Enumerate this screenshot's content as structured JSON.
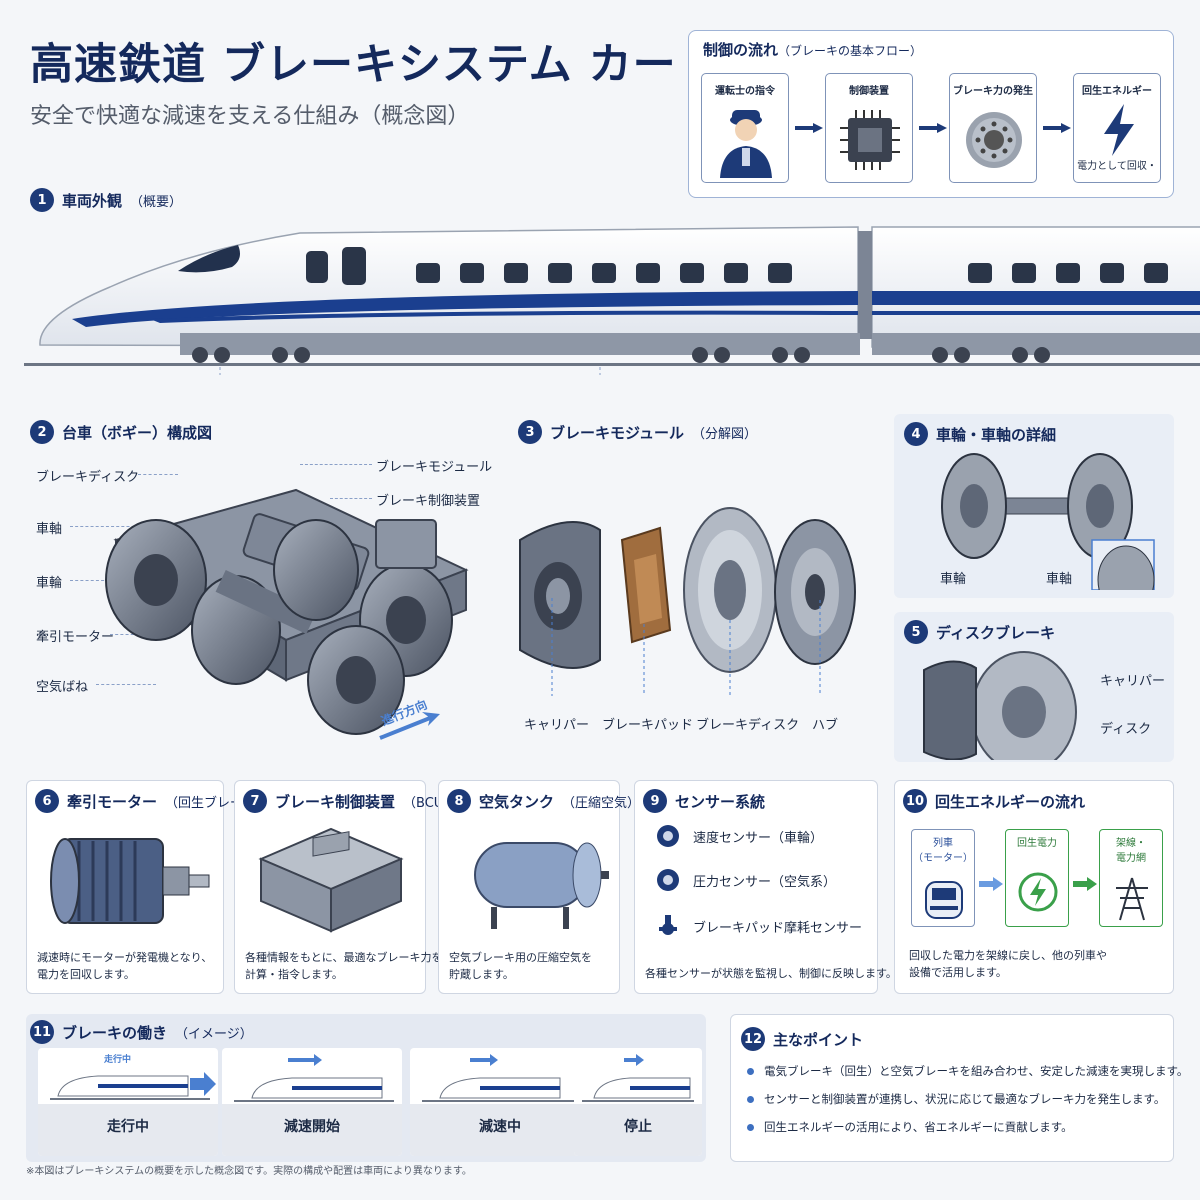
{
  "header": {
    "title": "高速鉄道 ブレーキシステム カード",
    "subtitle": "安全で快適な減速を支える仕組み（概念図）"
  },
  "flow": {
    "title": "制御の流れ",
    "title_paren": "（ブレーキの基本フロー）",
    "steps": [
      {
        "label": "運転士の指令",
        "icon": "driver-icon"
      },
      {
        "label": "制御装置",
        "icon": "chip-icon"
      },
      {
        "label": "ブレーキ力の発生",
        "icon": "disc-icon"
      },
      {
        "label": "回生エネルギー",
        "icon": "lightning-icon",
        "foot": "電力として回収・"
      }
    ]
  },
  "sections": {
    "s1": {
      "num": "1",
      "title": "車両外観",
      "paren": "（概要）"
    },
    "s2": {
      "num": "2",
      "title": "台車（ボギー）構成図",
      "labels_left": [
        "ブレーキディスク",
        "車軸",
        "車輪",
        "牽引モーター",
        "空気ばね"
      ],
      "labels_right": [
        "ブレーキモジュール",
        "ブレーキ制御装置"
      ],
      "direction": "進行方向"
    },
    "s3": {
      "num": "3",
      "title": "ブレーキモジュール",
      "paren": "（分解図）",
      "labels": [
        "キャリパー",
        "ブレーキパッド",
        "ブレーキディスク",
        "ハブ"
      ]
    },
    "s4": {
      "num": "4",
      "title": "車輪・車軸の詳細",
      "labels": [
        "車輪",
        "車軸"
      ]
    },
    "s5": {
      "num": "5",
      "title": "ディスクブレーキ",
      "labels": [
        "キャリパー",
        "ディスク"
      ]
    },
    "s6": {
      "num": "6",
      "title": "牽引モーター",
      "paren": "（回生ブレーキ）",
      "desc1": "減速時にモーターが発電機となり、",
      "desc2": "電力を回収します。"
    },
    "s7": {
      "num": "7",
      "title": "ブレーキ制御装置",
      "paren": "（BCU）",
      "desc1": "各種情報をもとに、最適なブレーキ力を",
      "desc2": "計算・指令します。"
    },
    "s8": {
      "num": "8",
      "title": "空気タンク",
      "paren": "（圧縮空気）",
      "desc1": "空気ブレーキ用の圧縮空気を",
      "desc2": "貯蔵します。"
    },
    "s9": {
      "num": "9",
      "title": "センサー系統",
      "items": [
        "速度センサー（車輪）",
        "圧力センサー（空気系）",
        "ブレーキパッド摩耗センサー"
      ],
      "desc": "各種センサーが状態を監視し、制御に反映します。"
    },
    "s10": {
      "num": "10",
      "title": "回生エネルギーの流れ",
      "boxes": [
        "列車\n（モーター）",
        "回生電力",
        "架線・\n電力網"
      ],
      "desc1": "回収した電力を架線に戻し、他の列車や",
      "desc2": "設備で活用します。"
    },
    "s11": {
      "num": "11",
      "title": "ブレーキの働き",
      "paren": "（イメージ）",
      "stages": [
        "走行中",
        "減速開始",
        "減速中",
        "停止"
      ],
      "tag": "走行中"
    },
    "s12": {
      "num": "12",
      "title": "主なポイント",
      "points": [
        "電気ブレーキ（回生）と空気ブレーキを組み合わせ、安定した減速を実現します。",
        "センサーと制御装置が連携し、状況に応じて最適なブレーキ力を発生します。",
        "回生エネルギーの活用により、省エネルギーに貢献します。"
      ]
    }
  },
  "footnote": "※本図はブレーキシステムの概要を示した概念図です。実際の構成や配置は車両により異なります。",
  "colors": {
    "navy": "#14295c",
    "accent": "#1d3a78",
    "stripe": "#1b3f8f",
    "green": "#3aa04a",
    "arrow": "#4a7fd0"
  }
}
